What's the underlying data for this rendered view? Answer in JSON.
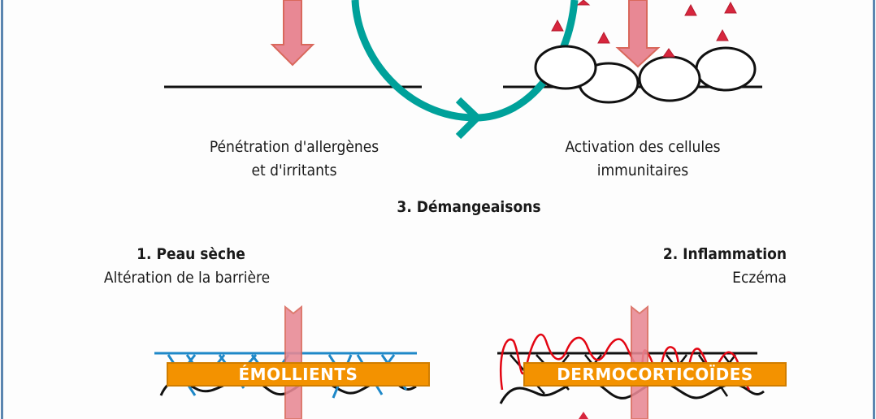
{
  "diagram": {
    "title_center": "3. Démangeaisons",
    "top_left_caption": [
      "Pénétration d'allergènes",
      "et d'irritants"
    ],
    "top_right_caption": [
      "Activation des cellules",
      "immunitaires"
    ],
    "stage1": {
      "title": "1. Peau sèche",
      "subtitle": "Altération de la barrière"
    },
    "stage2": {
      "title": "2. Inflammation",
      "subtitle": "Eczéma"
    },
    "treatments": {
      "left": "ÉMOLLIENTS",
      "right": "DERMOCORTICOÏDES"
    },
    "colors": {
      "cycle_arrow": "#00a19a",
      "penetration_arrow": "#e88894",
      "penetration_arrow_border": "#d9685c",
      "allergen_triangles": "#d7263d",
      "treatment_band": "#f39200",
      "lipid_lines": "#1e88c8",
      "inflammation_lines": "#e30613",
      "frame": "#5b86b0"
    },
    "icons": [
      "down-arrow-icon",
      "cycle-arrow-icon",
      "triangle-allergen-icon",
      "immune-cell-icon",
      "skin-layer-icon"
    ]
  }
}
